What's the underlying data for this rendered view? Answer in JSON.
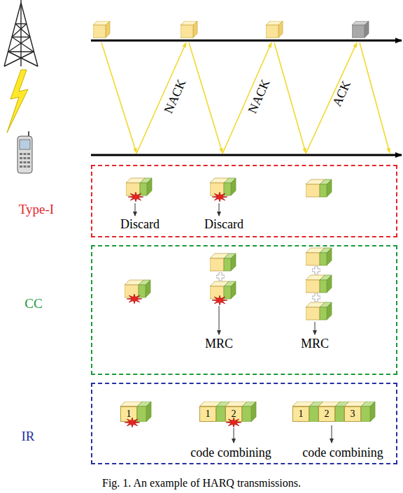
{
  "diagram": {
    "caption": "Fig. 1. An example of HARQ transmissions.",
    "nodes": [
      {
        "text": [
          "Type-I"
        ]
      },
      {
        "text": [
          "CC"
        ]
      },
      {
        "text": [
          "IR"
        ]
      },
      {
        "text": [
          "1"
        ],
        "in": 2
      },
      {
        "text": [
          "1"
        ],
        "in": 2
      },
      {
        "text": [
          "2"
        ],
        "in": 2
      },
      {
        "text": [
          "1"
        ],
        "in": 2
      },
      {
        "text": [
          "2"
        ],
        "in": 2
      },
      {
        "text": [
          "3"
        ],
        "in": 2
      }
    ],
    "labels": [
      "NACK",
      "NACK",
      "ACK",
      "Discard",
      "Discard",
      "MRC",
      "MRC",
      "code combining",
      "code combining"
    ]
  }
}
